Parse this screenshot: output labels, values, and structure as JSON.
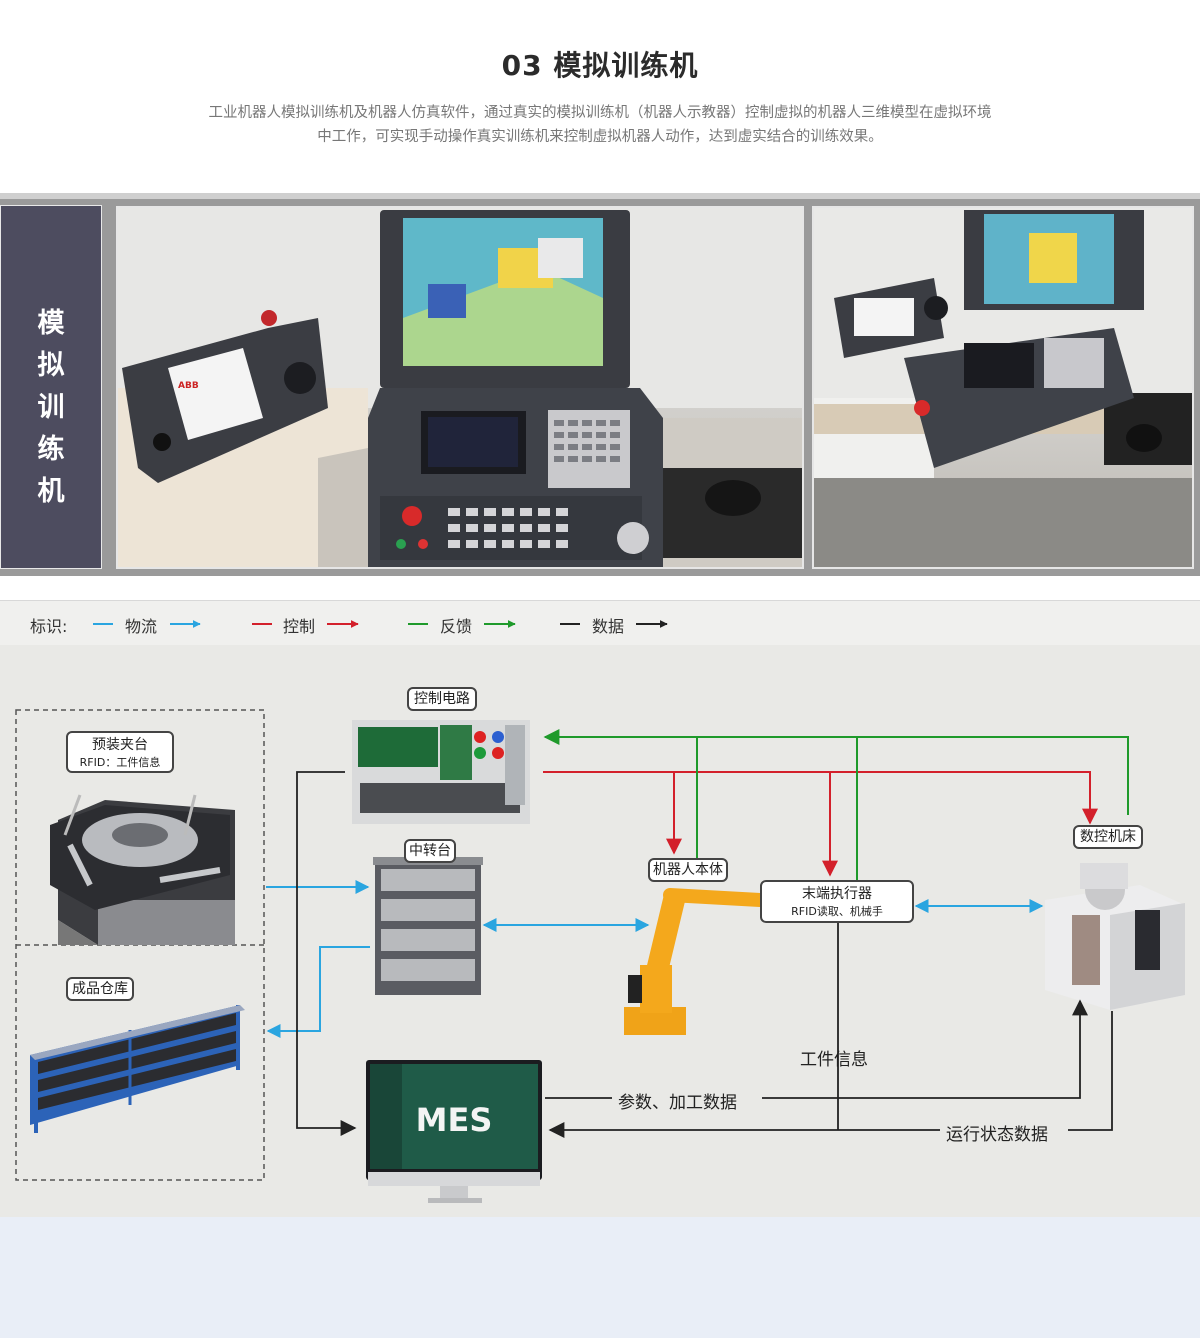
{
  "header": {
    "title": "03  模拟训练机",
    "desc_line1": "工业机器人模拟训练机及机器人仿真软件，通过真实的模拟训练机（机器人示教器）控制虚拟的机器人三维模型在虚拟环境",
    "desc_line2": "中工作，可实现手动操作真实训练机来控制虚拟机器人动作，达到虚实结合的训练效果。"
  },
  "side_panel": {
    "chars": [
      "模",
      "拟",
      "训",
      "练",
      "机"
    ]
  },
  "photo1": {
    "pendant_brand": "ABB"
  },
  "legend": {
    "prefix": "标识:",
    "items": [
      {
        "label": "物流",
        "color": "#2aa5e0"
      },
      {
        "label": "控制",
        "color": "#d3202b"
      },
      {
        "label": "反馈",
        "color": "#1f9a2b"
      },
      {
        "label": "数据",
        "color": "#222222"
      }
    ]
  },
  "nodes": {
    "preload": {
      "title": "预装夹台",
      "sub": "RFID：工件信息"
    },
    "warehouse": {
      "title": "成品仓库"
    },
    "control": {
      "title": "控制电路"
    },
    "transfer": {
      "title": "中转台"
    },
    "robot": {
      "title": "机器人本体"
    },
    "effector": {
      "title": "末端执行器",
      "sub": "RFID读取、机械手"
    },
    "cnc": {
      "title": "数控机床"
    },
    "mes": {
      "title": "MES"
    }
  },
  "edge_labels": {
    "workpiece_info": "工件信息",
    "params": "参数、加工数据",
    "status": "运行状态数据"
  }
}
